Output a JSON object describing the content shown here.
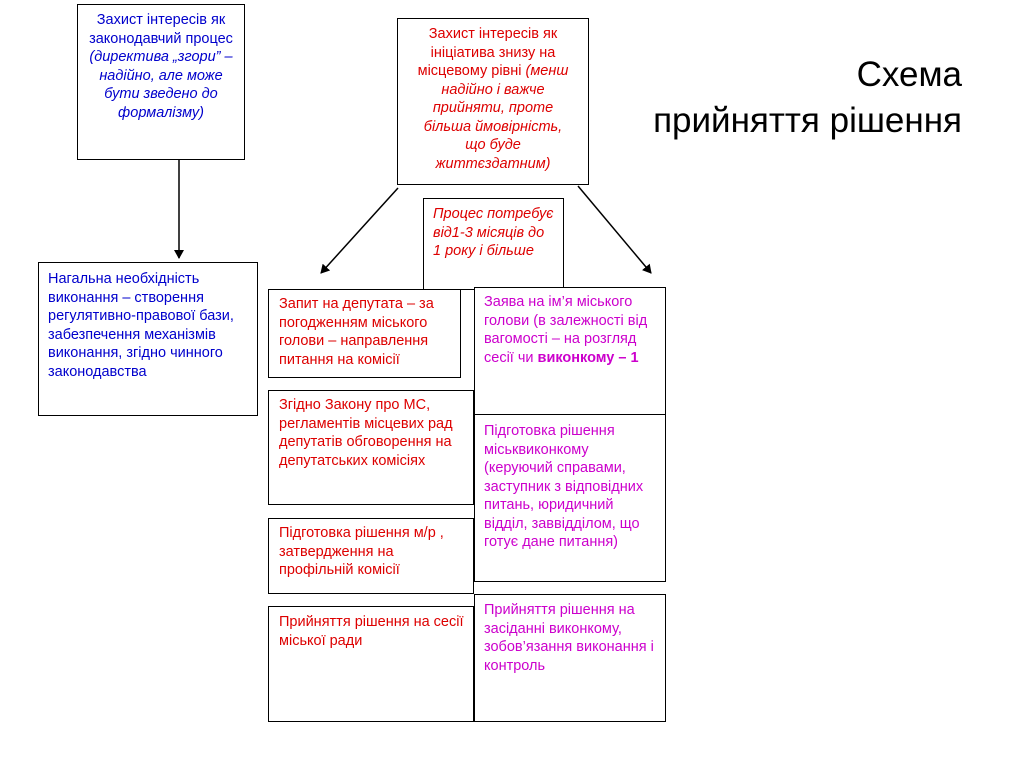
{
  "title": {
    "line1": "Схема",
    "line2": "прийняття рішення"
  },
  "box_legislative": {
    "main": "Захист інтересів як законодавчий процес",
    "note": "(директива „згори” – надійно, але може бути зведено до формалізму)"
  },
  "box_local": {
    "main": "Захист інтересів як ініціатива знизу на місцевому рівні",
    "note": "(менш надійно і важче прийняти, проте більша ймовірність, що буде життєздатним)"
  },
  "box_process": {
    "text": "Процес потребує від1-3 місяців до 1 року і більше"
  },
  "box_need": {
    "text": "Нагальна необхідність виконання – створення регулятивно-правової бази, забезпечення механізмів виконання, згідно чинного законодавства"
  },
  "left_column": {
    "request": "Запит на депутата – за погодженням міського голови – направлення питання на  комісії",
    "law": "Згідно Закону про МС, регламентів місцевих рад депутатів обговорення на депутатських комісіях",
    "prep": "Підготовка рішення м/р , затвердження на профільній комісії",
    "adopt": "Прийняття рішення на сесії міської ради"
  },
  "right_column": {
    "statement": "Заява на ім’я міського голови (в залежності від вагомості – на розгляд сесії чи",
    "statement_bold": "виконкому – 1",
    "prep": "Підготовка рішення міськвиконкому (керуючий справами, заступник з відповідних питань, юридичний відділ, заввідділом, що готує дане питання)",
    "adopt": "Прийняття рішення на засіданні виконкому, зобов’язання виконання і контроль"
  },
  "colors": {
    "blue": "#0000cc",
    "red": "#dd0000",
    "magenta": "#cc00cc"
  }
}
